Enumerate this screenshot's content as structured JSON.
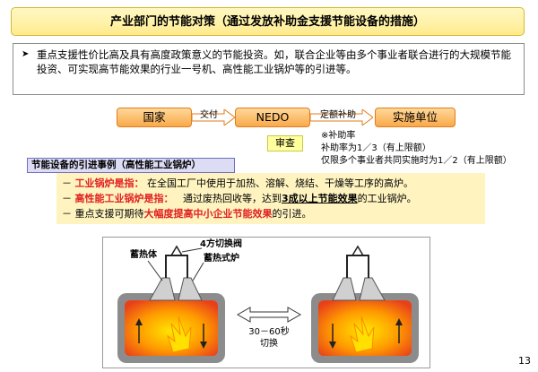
{
  "title": "产业部门的节能对策（通过发放补助金支援节能设备的措施）",
  "summary": {
    "bullet": "➤",
    "text": "重点支援性价比高及具有高度政策意义的节能投资。如，联合企业等由多个事业者联合进行的大规模节能投资、可实现高节能效果的行业一号机、高性能工业锅炉等的引进等。"
  },
  "flow": {
    "country": "国家",
    "grant_label": "交付",
    "nedo": "NEDO",
    "subsidy_label": "定额补助",
    "implementer": "实施单位",
    "review": "审查"
  },
  "subsidy_notes": {
    "heading": "※补助率",
    "line1": "补助率为1／3（有上限额）",
    "line2": "仅限多个事业者共同实施时为1／2（有上限额）"
  },
  "section_label": "节能设备的引进事例（高性能工业锅炉）",
  "details": {
    "item1_term": "工业锅炉是指：",
    "item1_text": "在全国工厂中使用于加热、溶解、烧结、干燥等工序的高炉。",
    "item2_term": "高性能工业锅炉是指：",
    "item2_pre": "通过废热回收等，达到",
    "item2_emph": "3成以上节能效果",
    "item2_post": "的工业锅炉。",
    "item3_pre": "重点支援可期待",
    "item3_emph": "大幅度提高中小企业节能效果",
    "item3_post": "的引进。"
  },
  "diagram": {
    "regenerator_label": "蓄热体",
    "valve_label": "4方切换阀",
    "burner_label": "蓄热式炉",
    "switch_time": "30－60秒",
    "switch_label": "切换"
  },
  "page_number": "13",
  "colors": {
    "title_bg": "#fff2a6",
    "pill_fill": "#f9a94a",
    "review_bg": "#ffff9e",
    "details_bg": "#fff4c0",
    "emphasis_red": "#e02020",
    "section_bg": "#dcdcf5"
  }
}
